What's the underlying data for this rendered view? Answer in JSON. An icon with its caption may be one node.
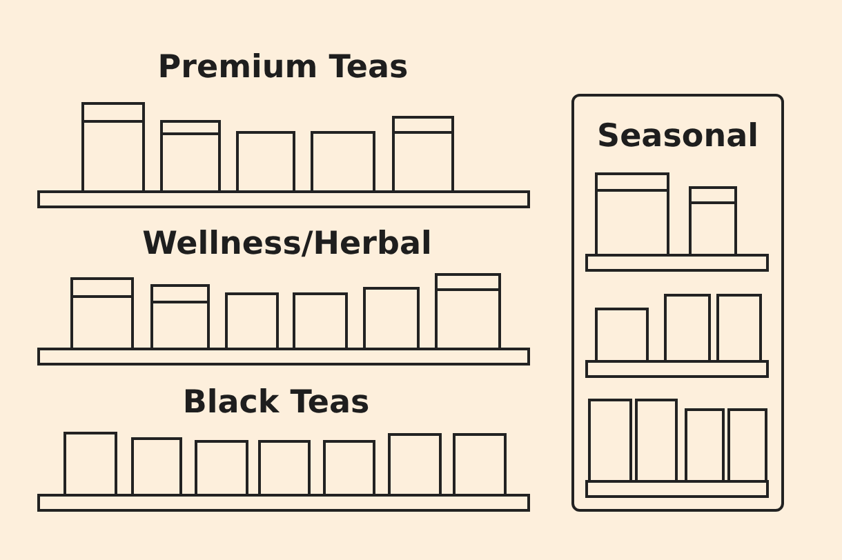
{
  "diagram": {
    "nodes": [
      {
        "text": [
          "Seasonal"
        ]
      }
    ],
    "labels": [
      "Premium Teas",
      "Wellness/Herbal",
      "Black Teas"
    ]
  }
}
